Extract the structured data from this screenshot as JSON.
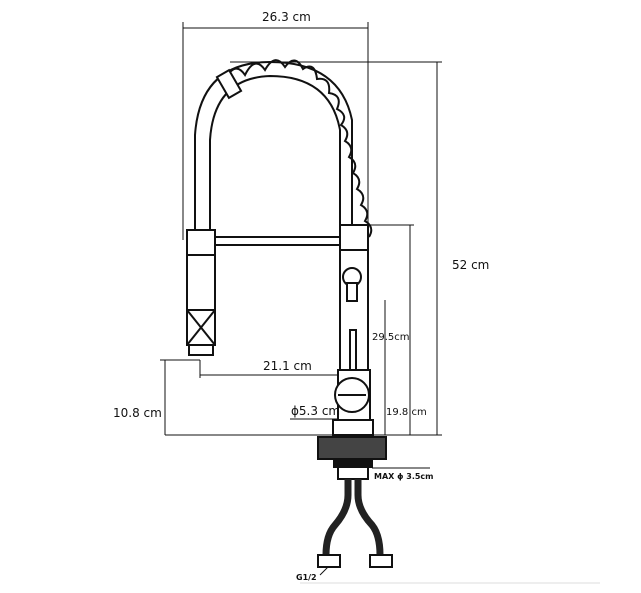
{
  "dimensions": {
    "width_total": "26.3 cm",
    "height_total": "52 cm",
    "spout_height": "29.5cm",
    "spout_reach": "21.1 cm",
    "spray_clearance": "10.8 cm",
    "base_diameter": "ϕ5.3 cm",
    "handle_height": "19.8 cm",
    "max_hole": "MAX ϕ 3.5cm",
    "connector": "G1/2"
  }
}
